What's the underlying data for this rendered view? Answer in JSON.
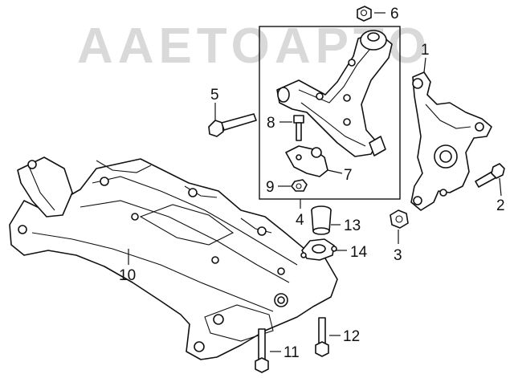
{
  "watermark": "AAETOAPTO",
  "colors": {
    "line": "#111111",
    "watermark": "#d9d9d9",
    "background": "#ffffff"
  },
  "callouts": {
    "c1": "1",
    "c2": "2",
    "c3": "3",
    "c4": "4",
    "c5": "5",
    "c6": "6",
    "c7": "7",
    "c8": "8",
    "c9": "9",
    "c10": "10",
    "c11": "11",
    "c12": "12",
    "c13": "13",
    "c14": "14"
  }
}
